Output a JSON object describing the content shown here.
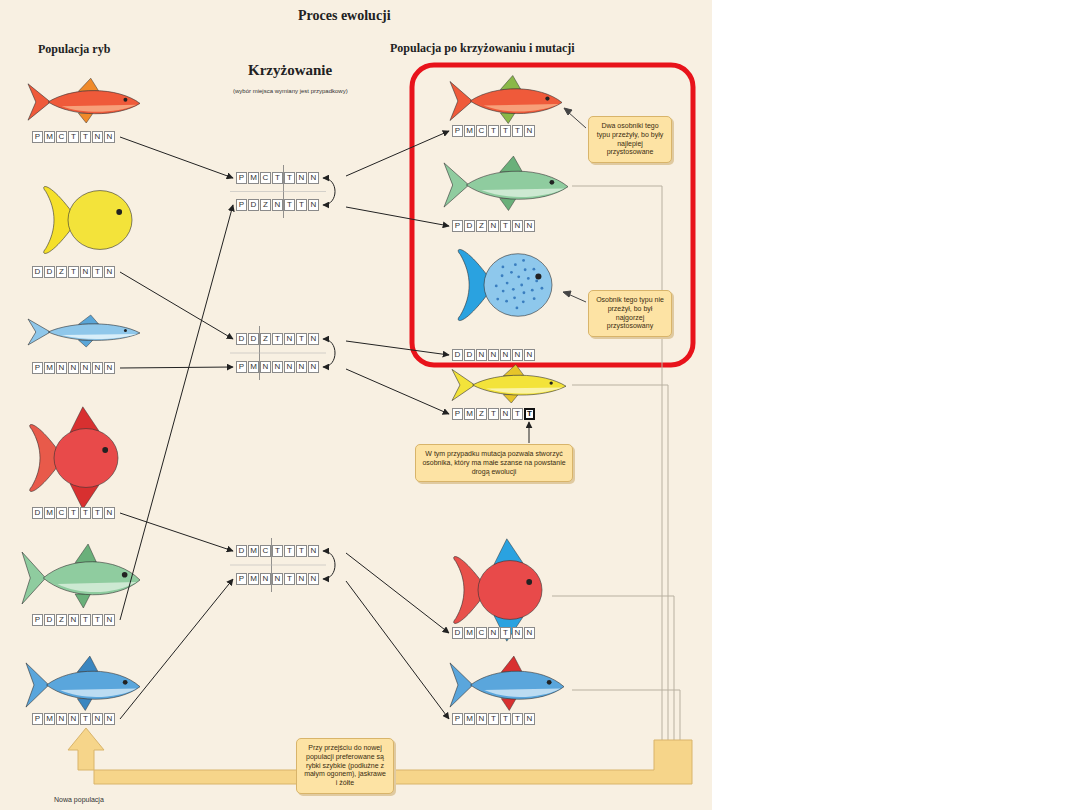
{
  "diagram": {
    "title": "Proces ewolucji",
    "nodes": [
      {
        "text": [
          "P",
          "M",
          "C",
          "T",
          "T",
          "N",
          "N"
        ]
      },
      {
        "text": [
          "D",
          "D",
          "Z",
          "T",
          "N",
          "T",
          "N"
        ]
      },
      {
        "text": [
          "P",
          "M",
          "N",
          "N",
          "N",
          "N",
          "N"
        ]
      },
      {
        "text": [
          "D",
          "M",
          "C",
          "T",
          "T",
          "T",
          "N"
        ]
      },
      {
        "text": [
          "P",
          "D",
          "Z",
          "N",
          "T",
          "T",
          "N"
        ]
      },
      {
        "text": [
          "P",
          "M",
          "N",
          "N",
          "T",
          "N",
          "N"
        ]
      },
      {
        "text": [
          "P",
          "M",
          "C",
          "T",
          "T",
          "N",
          "N"
        ]
      },
      {
        "text": [
          "P",
          "D",
          "Z",
          "N",
          "T",
          "T",
          "N"
        ]
      },
      {
        "text": [
          "D",
          "D",
          "Z",
          "T",
          "N",
          "T",
          "N"
        ]
      },
      {
        "text": [
          "P",
          "M",
          "N",
          "N",
          "N",
          "N",
          "N"
        ]
      },
      {
        "text": [
          "D",
          "M",
          "C",
          "T",
          "T",
          "T",
          "N"
        ]
      },
      {
        "text": [
          "P",
          "M",
          "N",
          "N",
          "T",
          "N",
          "N"
        ]
      },
      {
        "text": [
          "P",
          "M",
          "C",
          "T",
          "T",
          "T",
          "N"
        ]
      },
      {
        "text": [
          "P",
          "D",
          "Z",
          "N",
          "T",
          "N",
          "N"
        ]
      },
      {
        "text": [
          "D",
          "D",
          "N",
          "N",
          "N",
          "N",
          "N"
        ]
      },
      {
        "text": [
          "P",
          "M",
          "Z",
          "T",
          "N",
          "T",
          "T"
        ]
      },
      {
        "text": [
          "D",
          "M",
          "C",
          "N",
          "T",
          "N",
          "N"
        ]
      },
      {
        "text": [
          "P",
          "M",
          "N",
          "T",
          "T",
          "T",
          "N"
        ]
      },
      {
        "text": [
          "Dwa osobniki tego typu przeżyły, bo były najlepiej przystosowane"
        ]
      },
      {
        "text": [
          "Osobnik tego typu nie przeżył, bo był najgorzej przystosowany"
        ]
      },
      {
        "text": [
          "W tym przypadku mutacja pozwala stworzyć osobnika, który ma małe szanse na powstanie drogą ewolucji"
        ]
      },
      {
        "text": [
          "Przy przejściu do nowej populacji preferowane są rybki szybkie (podłużne z małym ogonem), jaskrawe i żółte"
        ]
      }
    ],
    "edges": [
      {
        "from": 0,
        "to": 6,
        "arrow": "to"
      },
      {
        "from": 4,
        "to": 7,
        "arrow": "to"
      },
      {
        "from": 1,
        "to": 8,
        "arrow": "to"
      },
      {
        "from": 2,
        "to": 9,
        "arrow": "to"
      },
      {
        "from": 3,
        "to": 10,
        "arrow": "to"
      },
      {
        "from": 5,
        "to": 11,
        "arrow": "to"
      },
      {
        "from": 6,
        "to": 7,
        "arrow": "both"
      },
      {
        "from": 8,
        "to": 9,
        "arrow": "both"
      },
      {
        "from": 10,
        "to": 11,
        "arrow": "both"
      },
      {
        "from": 6,
        "to": 12,
        "arrow": "to"
      },
      {
        "from": 7,
        "to": 13,
        "arrow": "to"
      },
      {
        "from": 8,
        "to": 14,
        "arrow": "to"
      },
      {
        "from": 9,
        "to": 15,
        "arrow": "to"
      },
      {
        "from": 10,
        "to": 16,
        "arrow": "to"
      },
      {
        "from": 11,
        "to": 17,
        "arrow": "to"
      },
      {
        "from": 20,
        "to": 15,
        "arrow": "to"
      }
    ],
    "labels": [
      "Populacja ryb",
      "Krzyżowanie",
      "(wybór miejsca wymiany jest przypadkowy)",
      "Populacja po krzyżowaniu i mutacji",
      "Nowa populacja"
    ]
  }
}
